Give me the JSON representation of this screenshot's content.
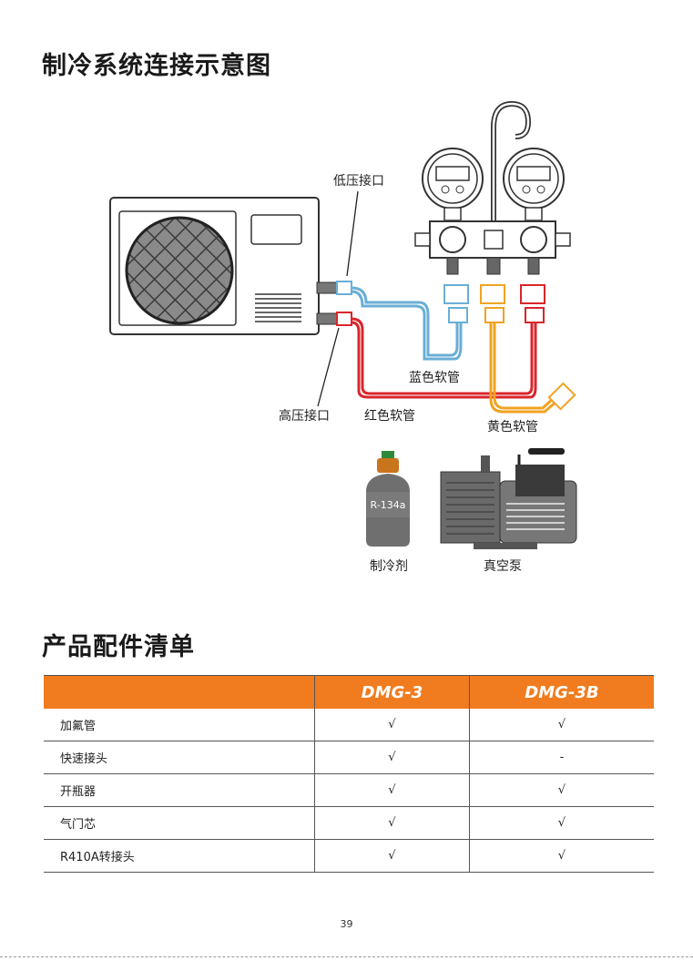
{
  "section1": {
    "title": "制冷系统连接示意图"
  },
  "diagram": {
    "labels": {
      "low_port": "低压接口",
      "high_port": "高压接口",
      "blue_hose": "蓝色软管",
      "red_hose": "红色软管",
      "yellow_hose": "黄色软管",
      "refrigerant": "制冷剂",
      "vacuum_pump": "真空泵",
      "can_text": "R-134a"
    },
    "colors": {
      "blue": "#6aaed6",
      "red": "#d9262c",
      "yellow": "#f0a321",
      "orange": "#f07c1f"
    }
  },
  "section2": {
    "title": "产品配件清单"
  },
  "table": {
    "headers": [
      "",
      "DMG-3",
      "DMG-3B"
    ],
    "rows": [
      {
        "name": "加氟管",
        "dmg3": "√",
        "dmg3b": "√"
      },
      {
        "name": "快速接头",
        "dmg3": "√",
        "dmg3b": "-"
      },
      {
        "name": "开瓶器",
        "dmg3": "√",
        "dmg3b": "√"
      },
      {
        "name": "气门芯",
        "dmg3": "√",
        "dmg3b": "√"
      },
      {
        "name": "R410A转接头",
        "dmg3": "√",
        "dmg3b": "√"
      }
    ]
  },
  "page_number": "39"
}
